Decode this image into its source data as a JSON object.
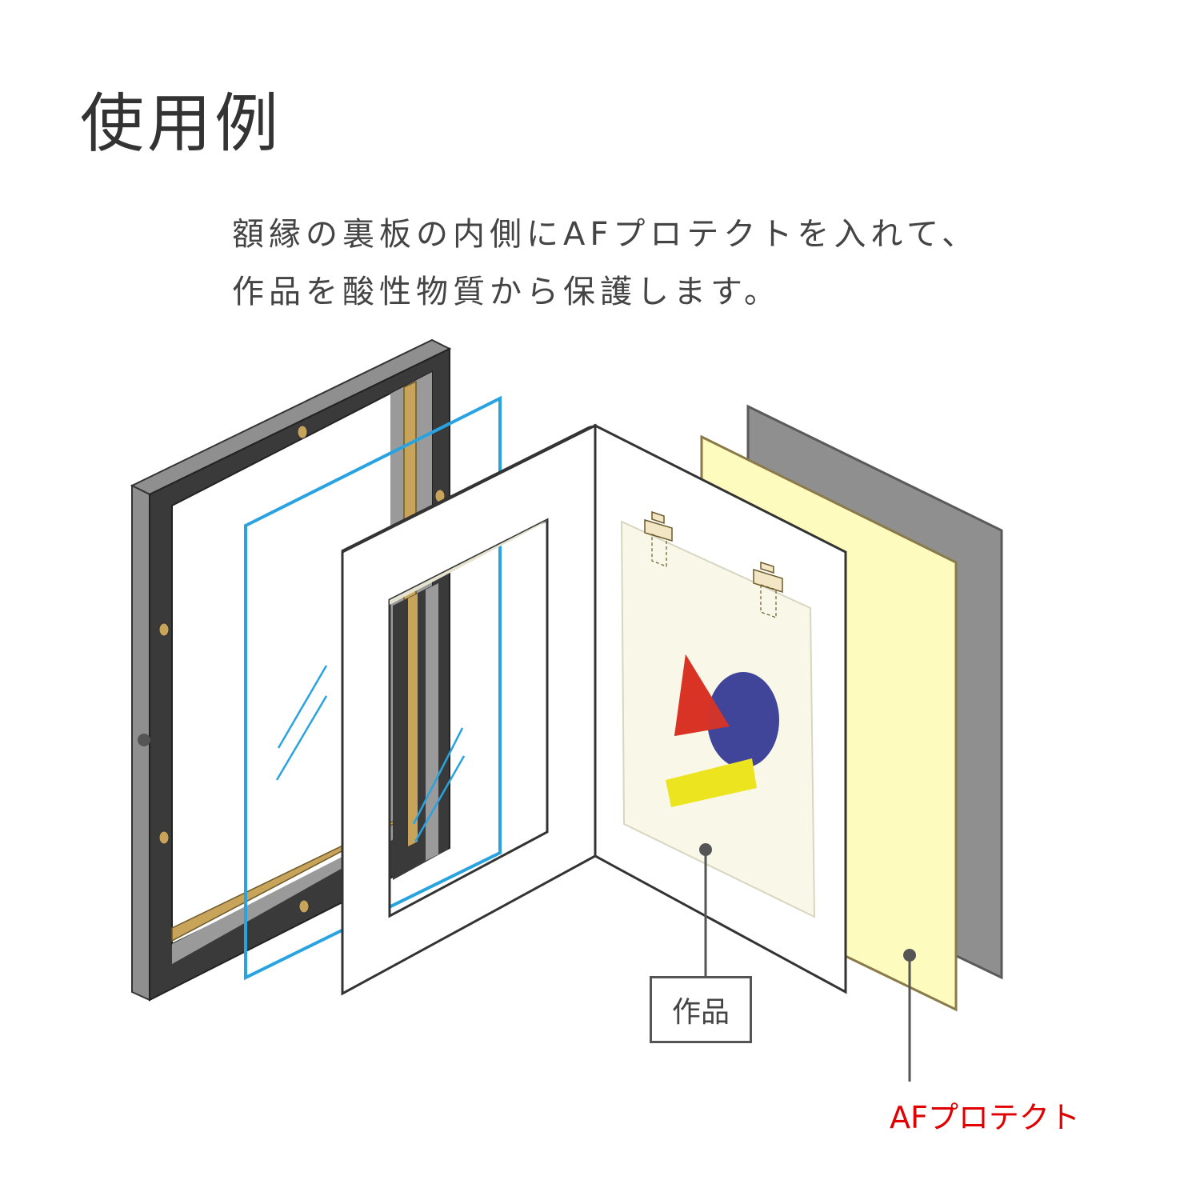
{
  "title": "使用例",
  "description": {
    "line1": "額縁の裏板の内側にAFプロテクトを入れて、",
    "line2": "作品を酸性物質から保護します。"
  },
  "labels": {
    "artwork": "作品",
    "af_protect": "AFプロテクト"
  },
  "colors": {
    "frame": "#3a3a3a",
    "glass": "#29a3e0",
    "af_protect_fill": "#fdfbbd",
    "backboard": "#8f8f8f",
    "label_accent": "#e00000"
  }
}
